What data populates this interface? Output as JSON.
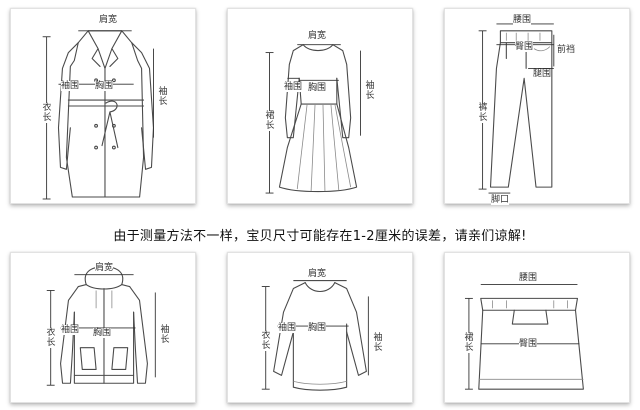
{
  "notice": "由于测量方法不一样，宝贝尺寸可能存在1-2厘米的误差，请亲们谅解!",
  "coat": {
    "shoulder": "肩宽",
    "cuff": "袖围",
    "chest": "胸围",
    "length": "衣长",
    "sleeve": "袖长"
  },
  "dress": {
    "shoulder": "肩宽",
    "cuff": "袖围",
    "chest": "胸围",
    "length": "裙长",
    "sleeve": "袖长"
  },
  "pants": {
    "waist": "腰围",
    "hip": "臀围",
    "rise": "前裆",
    "thigh": "腿围",
    "length": "裤长",
    "hem": "脚口"
  },
  "hoodie": {
    "shoulder": "肩宽",
    "cuff": "袖围",
    "chest": "胸围",
    "length": "衣长",
    "sleeve": "袖长"
  },
  "top": {
    "shoulder": "肩宽",
    "cuff": "袖围",
    "chest": "胸围",
    "length": "衣长",
    "sleeve": "袖长"
  },
  "skirt": {
    "waist": "腰围",
    "hip": "臀围",
    "length": "裙长"
  }
}
